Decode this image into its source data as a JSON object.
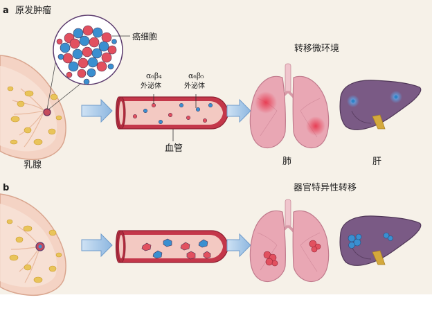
{
  "panel_a": {
    "letter": "a",
    "title": "原发肿瘤",
    "cancer_cells": "癌细胞",
    "exosome_1_greek": "α₆β₄",
    "exosome_1_label": "外泌体",
    "exosome_2_greek": "α₆β₅",
    "exosome_2_label": "外泌体",
    "blood_vessel": "血管",
    "breast": "乳腺",
    "microenvironment": "转移微环境",
    "lung": "肺",
    "liver": "肝"
  },
  "panel_b": {
    "letter": "b",
    "title": "器官特异性转移"
  },
  "colors": {
    "background": "#f6f1e8",
    "red_cell": "#e2505f",
    "blue_cell": "#3a8fd0",
    "vessel_wall": "#c4374a",
    "vessel_lumen": "#f3c9c2",
    "lung": "#e9a7b4",
    "liver": "#7a5a85",
    "arrow": "#9fc3e6"
  }
}
